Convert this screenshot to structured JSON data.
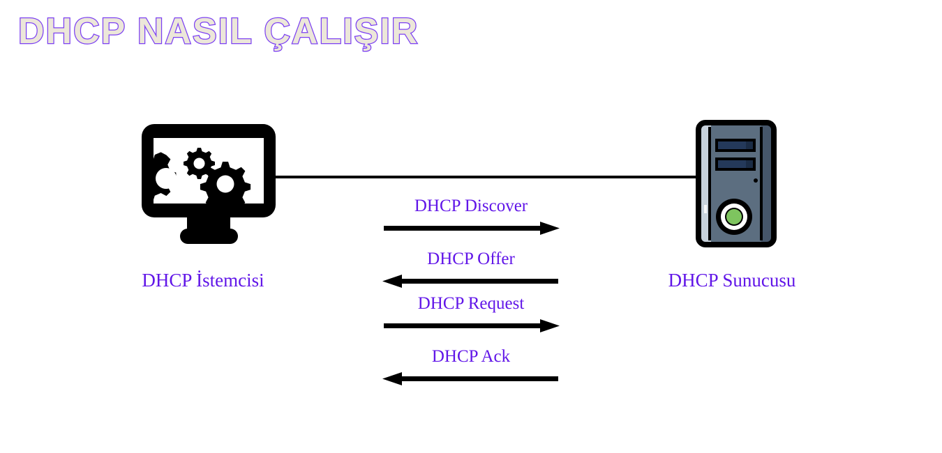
{
  "page": {
    "title": "DHCP NASIL ÇALIŞIR",
    "background_color": "#ffffff",
    "accent_color": "#6116e8",
    "title_fill_color": "#ece7d9",
    "title_stroke_color": "#7b3ff2"
  },
  "diagram": {
    "type": "sequence",
    "nodes": [
      {
        "id": "client",
        "label": "DHCP İstemcisi",
        "icon": "computer-monitor-gears-icon",
        "colors": {
          "body": "#000000",
          "screen": "#ffffff"
        }
      },
      {
        "id": "server",
        "label": "DHCP Sunucusu",
        "icon": "server-tower-icon",
        "colors": {
          "case": "#5c6e80",
          "left_edge": "#c8d2dc",
          "right_edge": "#46566a",
          "drive_bay": "#24395a",
          "outline": "#000000",
          "power_led": "#7ec45f",
          "power_ring": "#ffffff"
        }
      }
    ],
    "connector": {
      "name": "network-link",
      "color": "#000000"
    },
    "messages": [
      {
        "label": "DHCP Discover",
        "direction": "right",
        "from": "client",
        "to": "server"
      },
      {
        "label": "DHCP Offer",
        "direction": "left",
        "from": "server",
        "to": "client"
      },
      {
        "label": "DHCP Request",
        "direction": "right",
        "from": "client",
        "to": "server"
      },
      {
        "label": "DHCP Ack",
        "direction": "left",
        "from": "server",
        "to": "client"
      }
    ]
  }
}
